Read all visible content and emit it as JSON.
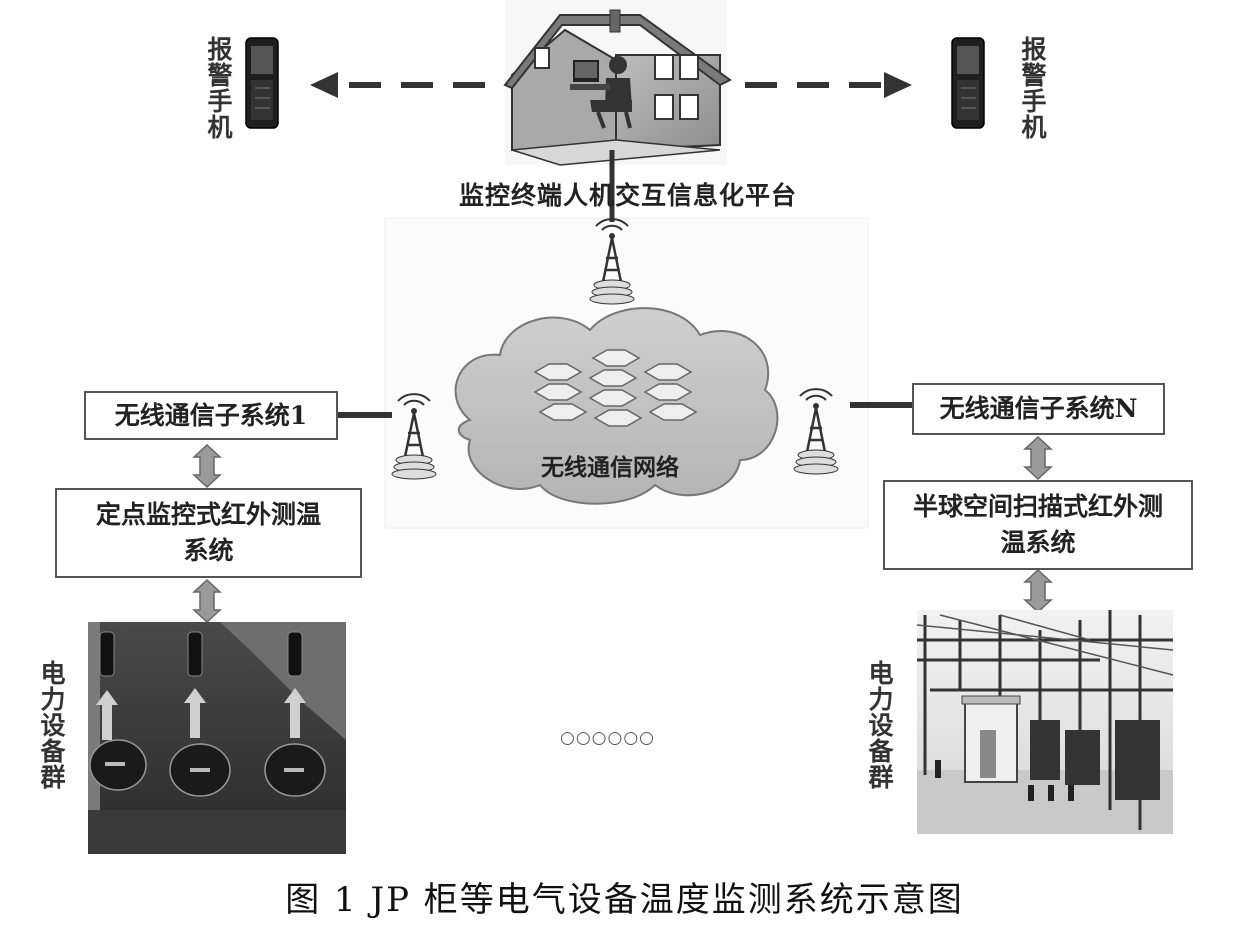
{
  "top": {
    "platform_label": "监控终端人机交互信息化平台",
    "alarm_phone_left": "报警手机",
    "alarm_phone_right": "报警手机"
  },
  "network": {
    "cloud_label": "无线通信网络"
  },
  "left": {
    "comm_subsystem": "无线通信子系统1",
    "measure_system": "定点监控式红外测温系统",
    "equipment_label": "电力设备群"
  },
  "right": {
    "comm_subsystem": "无线通信子系统N",
    "measure_system": "半球空间扫描式红外测温系统",
    "equipment_label": "电力设备群"
  },
  "ellipsis": "○○○○○○",
  "caption": "图 1 JP 柜等电气设备温度监测系统示意图",
  "colors": {
    "line": "#333333",
    "arrow_fill": "#9a9a9a",
    "cloud": "#c8c8c8",
    "hex": "#eeeeee",
    "box_border": "#555555"
  },
  "icons": [
    "house-with-operator-icon",
    "mobile-phone-icon",
    "radio-tower-icon",
    "cloud-icon",
    "electrical-cabinet-photo",
    "substation-photo",
    "double-arrow-icon"
  ]
}
